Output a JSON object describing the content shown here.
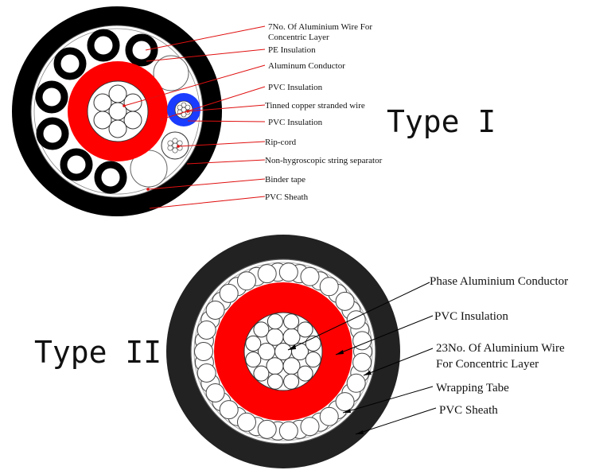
{
  "colors": {
    "sheath": "#000000",
    "insulation_red": "#ff0000",
    "insulation_blue": "#1a3cff",
    "leader_red": "#e01010",
    "leader_black": "#000000",
    "wire_fill": "#ffffff",
    "wire_stroke": "#333333"
  },
  "type1": {
    "title": "Type I",
    "labels": [
      "7No.  Of Aluminium Wire For",
      "Concentric Layer",
      "PE  Insulation",
      "Aluminum   Conductor",
      "PVC   Insulation",
      "Tinned copper stranded wire",
      "PVC   Insulation",
      "Rip-cord",
      "Non-hygroscopic  string separator",
      "Binder tape",
      "PVC   Sheath"
    ]
  },
  "type2": {
    "title": "Type II",
    "labels": [
      "Phase Aluminium Conductor",
      "PVC Insulation",
      "23No.  Of Aluminium Wire",
      "For Concentric Layer",
      "Wrapping Tabe",
      "PVC   Sheath"
    ]
  }
}
